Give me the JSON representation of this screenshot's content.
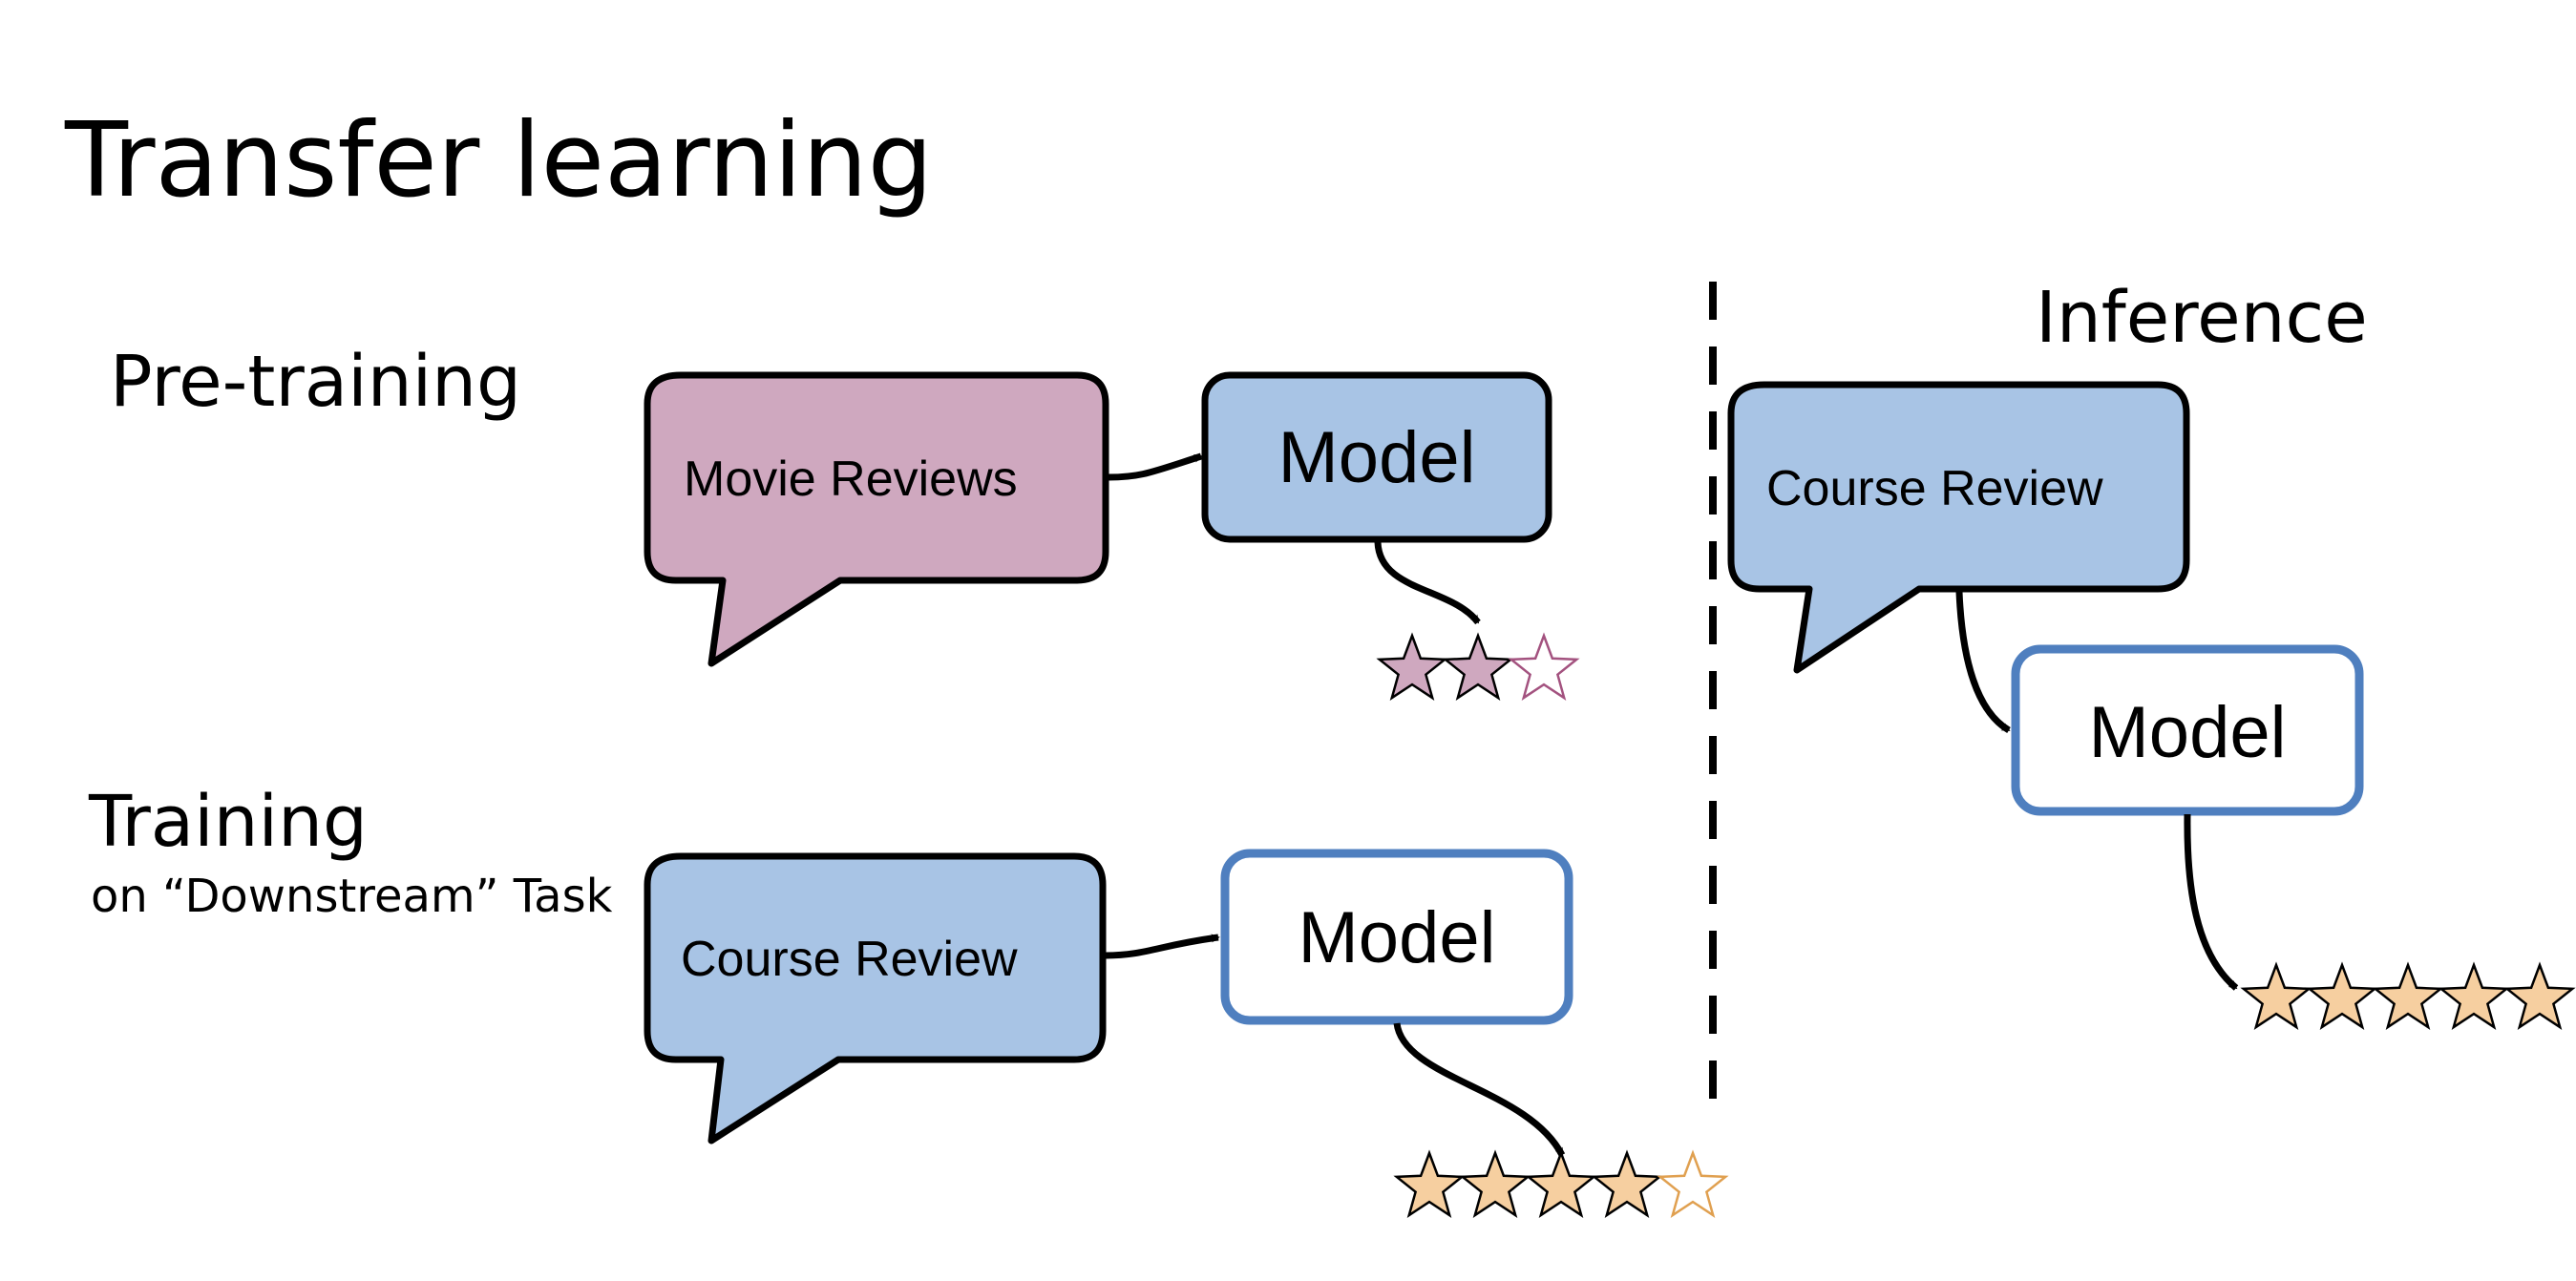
{
  "slide": {
    "title": "Transfer learning"
  },
  "sections": {
    "pretraining_label": "Pre-training",
    "training_label": "Training",
    "training_sublabel": "on “Downstream” Task",
    "inference_label": "Inference"
  },
  "pretraining": {
    "input_label": "Movie Reviews",
    "model_label": "Model",
    "rating": {
      "filled": 2,
      "total": 3
    }
  },
  "training": {
    "input_label": "Course Review",
    "model_label": "Model",
    "rating": {
      "filled": 4,
      "total": 5
    }
  },
  "inference": {
    "input_label": "Course Review",
    "model_label": "Model",
    "rating": {
      "filled": 5,
      "total": 5
    }
  },
  "colors": {
    "pink_fill": "#cfa8bf",
    "pink_star_outline": "#a3527f",
    "blue_fill": "#a8c4e5",
    "blue_outline": "#4f7fbf",
    "peach_fill": "#f6cfa0",
    "peach_star_outline": "#e0a050",
    "black": "#000000",
    "white": "#ffffff"
  }
}
